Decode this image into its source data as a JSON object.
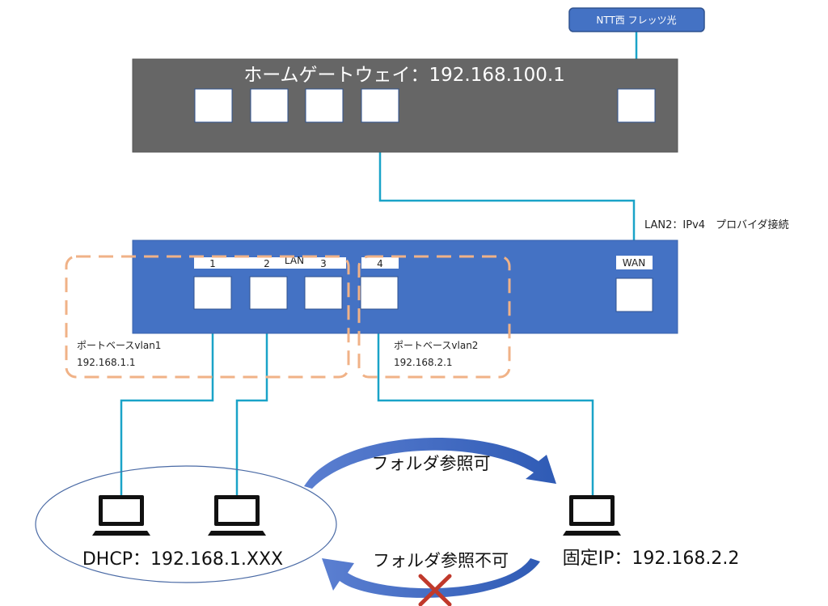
{
  "isp": {
    "label": "NTT西 フレッツ光"
  },
  "gateway": {
    "title": "ホームゲートウェイ：192.168.100.1"
  },
  "connection": {
    "label": "LAN2：IPv4　プロバイダ接続"
  },
  "router": {
    "lan_label": "LAN",
    "wan_label": "WAN",
    "port_numbers": [
      "1",
      "2",
      "3",
      "4"
    ]
  },
  "vlan1": {
    "name": "ポートベースvlan1",
    "ip": "192.168.1.1"
  },
  "vlan2": {
    "name": "ポートベースvlan2",
    "ip": "192.168.2.1"
  },
  "dhcp_group": {
    "label": "DHCP：192.168.1.XXX"
  },
  "static_pc": {
    "label": "固定IP：192.168.2.2"
  },
  "arrows": {
    "allowed": "フォルダ参照可",
    "denied": "フォルダ参照不可"
  },
  "colors": {
    "gateway_fill": "#666666",
    "router_fill": "#4472c4",
    "cable": "#1aa3c8",
    "vlan_border": "#f0b287",
    "arrow": "#4472c4",
    "deny_mark": "#c0392b"
  }
}
